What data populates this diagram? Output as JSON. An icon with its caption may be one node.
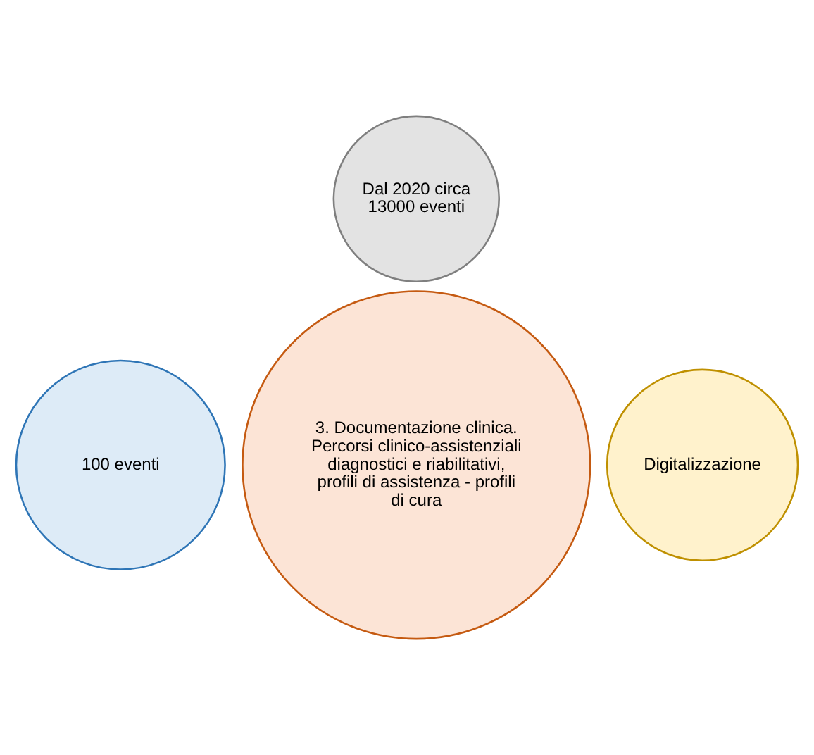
{
  "diagram": {
    "nodes": [
      {
        "text": [
          "Dal 2020 circa 13000 eventi"
        ]
      },
      {
        "text": [
          "3. Documentazione clinica. Percorsi clinico-assistenziali diagnostici e riabilitativi, profili di assistenza - profili di cura"
        ]
      },
      {
        "text": [
          "100 eventi"
        ]
      },
      {
        "text": [
          "Digitalizzazione"
        ]
      }
    ]
  }
}
